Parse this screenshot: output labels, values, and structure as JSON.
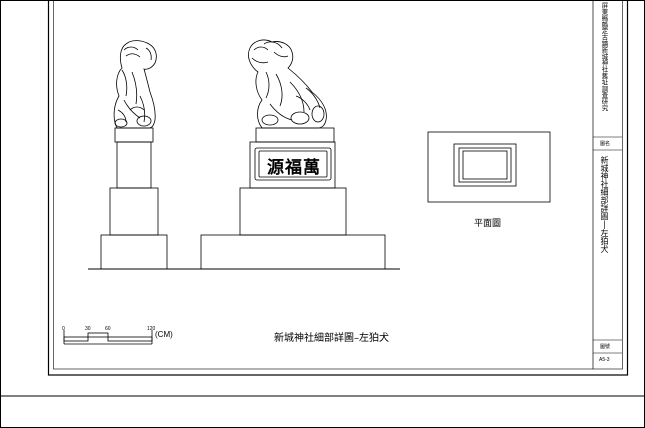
{
  "sheet_title": "新城神社細部詳圖–左狛犬",
  "plan_label": "平面圖",
  "inscription": "源福萬",
  "scale_bar": {
    "unit_label": "(CM)",
    "ticks": [
      "0",
      "30",
      "60",
      "120"
    ]
  },
  "title_block": {
    "project": "屏東縣縣定古蹟新城神社舊址調查研究",
    "drawing_name_label": "圖名",
    "drawing_name": "新城神社細部詳圖|左狛犬",
    "drawing_no_label": "圖號",
    "drawing_no": "A5-3"
  }
}
